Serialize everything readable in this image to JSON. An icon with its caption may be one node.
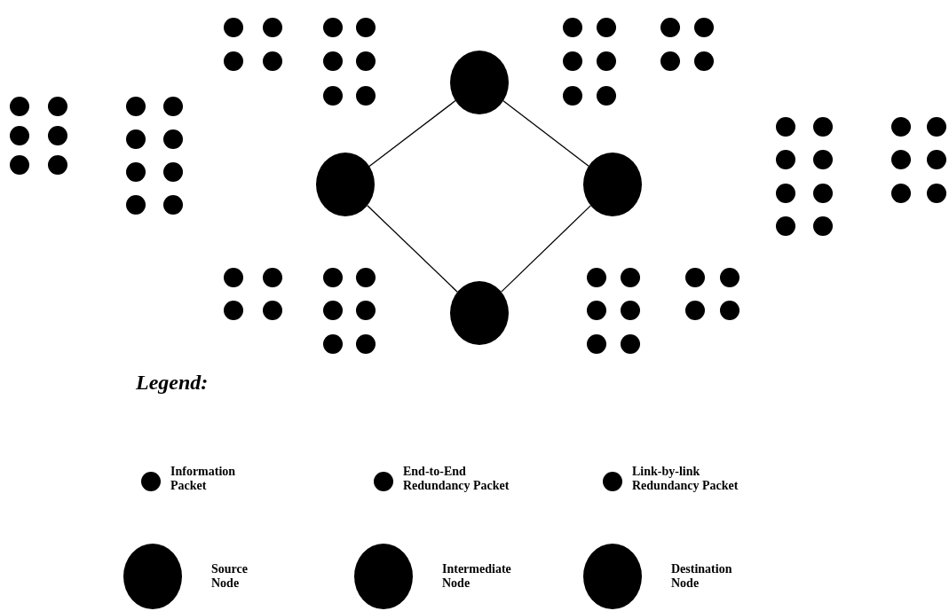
{
  "diagram": {
    "nodes": [
      {
        "text": [],
        "shape": "circle"
      },
      {
        "text": [],
        "shape": "circle"
      },
      {
        "text": [],
        "shape": "circle"
      },
      {
        "text": [],
        "shape": "circle"
      }
    ],
    "edges": [
      {
        "from": 0,
        "to": 1,
        "arrow": "none"
      },
      {
        "from": 0,
        "to": 2,
        "arrow": "none"
      },
      {
        "from": 1,
        "to": 3,
        "arrow": "none"
      },
      {
        "from": 2,
        "to": 3,
        "arrow": "none"
      }
    ],
    "labels": [
      "Legend:"
    ],
    "legend": [
      {
        "text": "Information Packet"
      },
      {
        "text": "End-to-End Redundancy Packet"
      },
      {
        "text": "Link-by-link Redundancy Packet"
      },
      {
        "text": "Source Node"
      },
      {
        "text": "Intermediate Node"
      },
      {
        "text": "Destination Node"
      }
    ]
  }
}
